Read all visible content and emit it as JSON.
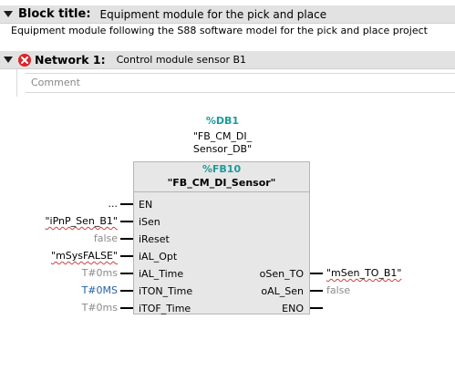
{
  "block": {
    "title_label": "Block title:",
    "title_value": "Equipment module for the pick and place",
    "comment": "Equipment module following the S88 software model for the pick and place project"
  },
  "network": {
    "label": "Network 1:",
    "title": "Control module sensor B1",
    "comment_placeholder": "Comment"
  },
  "instance_db": {
    "id": "%DB1",
    "name_line1": "\"FB_CM_DI_",
    "name_line2": "Sensor_DB\""
  },
  "function_block": {
    "id": "%FB10",
    "name": "\"FB_CM_DI_Sensor\""
  },
  "inputs": [
    {
      "pin": "EN",
      "value": "...",
      "style": "black"
    },
    {
      "pin": "iSen",
      "value": "\"iPnP_Sen_B1\"",
      "style": "tag"
    },
    {
      "pin": "iReset",
      "value": "false",
      "style": "gray"
    },
    {
      "pin": "iAL_Opt",
      "value": "\"mSysFALSE\"",
      "style": "tag"
    },
    {
      "pin": "iAL_Time",
      "value": "T#0ms",
      "style": "gray"
    },
    {
      "pin": "iTON_Time",
      "value": "T#0MS",
      "style": "blue"
    },
    {
      "pin": "iTOF_Time",
      "value": "T#0ms",
      "style": "gray"
    }
  ],
  "outputs": [
    {
      "pin": "oSen_TO",
      "value": "\"mSen_TO_B1\"",
      "style": "tag"
    },
    {
      "pin": "oAL_Sen",
      "value": "false",
      "style": "gray"
    },
    {
      "pin": "ENO",
      "value": "",
      "style": "black"
    }
  ],
  "colors": {
    "header_bg": "#e2e2e2",
    "block_bg": "#e7e7e7",
    "id_teal": "#1c9a9a",
    "error_red": "#d9262b",
    "const_gray": "#8a8a8a",
    "const_blue": "#2360a8"
  }
}
